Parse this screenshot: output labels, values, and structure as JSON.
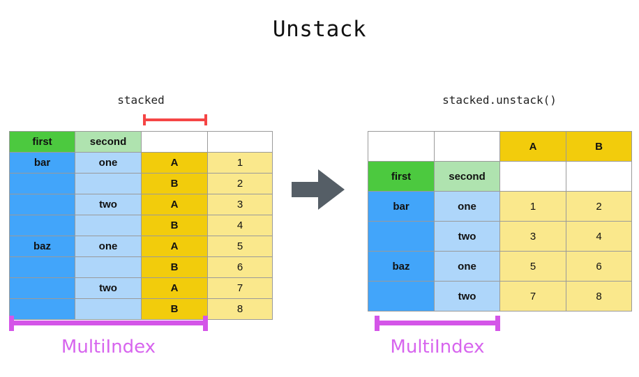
{
  "page": {
    "title": "Unstack"
  },
  "left_panel": {
    "caption": "stacked",
    "column_bracket": {
      "name": "column-bracket",
      "color": "#F54545"
    },
    "index_bracket": {
      "label": "MultiIndex",
      "color": "#D455E8"
    },
    "table": {
      "header": [
        "first",
        "second",
        "",
        ""
      ],
      "rows": [
        [
          "bar",
          "one",
          "A",
          "1"
        ],
        [
          "",
          "",
          "B",
          "2"
        ],
        [
          "",
          "two",
          "A",
          "3"
        ],
        [
          "",
          "",
          "B",
          "4"
        ],
        [
          "baz",
          "one",
          "A",
          "5"
        ],
        [
          "",
          "",
          "B",
          "6"
        ],
        [
          "",
          "two",
          "A",
          "7"
        ],
        [
          "",
          "",
          "B",
          "8"
        ]
      ]
    }
  },
  "arrow": {
    "name": "flow-arrow-right",
    "color": "#555E66"
  },
  "right_panel": {
    "caption": "stacked.unstack()",
    "index_bracket": {
      "label": "MultiIndex",
      "color": "#D455E8"
    },
    "table": {
      "column_header": [
        "",
        "",
        "A",
        "B"
      ],
      "index_header": [
        "first",
        "second",
        "",
        ""
      ],
      "rows": [
        [
          "bar",
          "one",
          "1",
          "2"
        ],
        [
          "",
          "two",
          "3",
          "4"
        ],
        [
          "baz",
          "one",
          "5",
          "6"
        ],
        [
          "",
          "two",
          "7",
          "8"
        ]
      ]
    }
  },
  "colors": {
    "level0_header": "#4CC93F",
    "level1_header": "#AFE3AF",
    "level0_value": "#42A5FA",
    "level1_value": "#AED6FA",
    "column_key": "#F2CC0C",
    "data_value": "#FAE88C",
    "arrow": "#555E66",
    "multiindex": "#D455E8",
    "column_bracket": "#F54545"
  }
}
